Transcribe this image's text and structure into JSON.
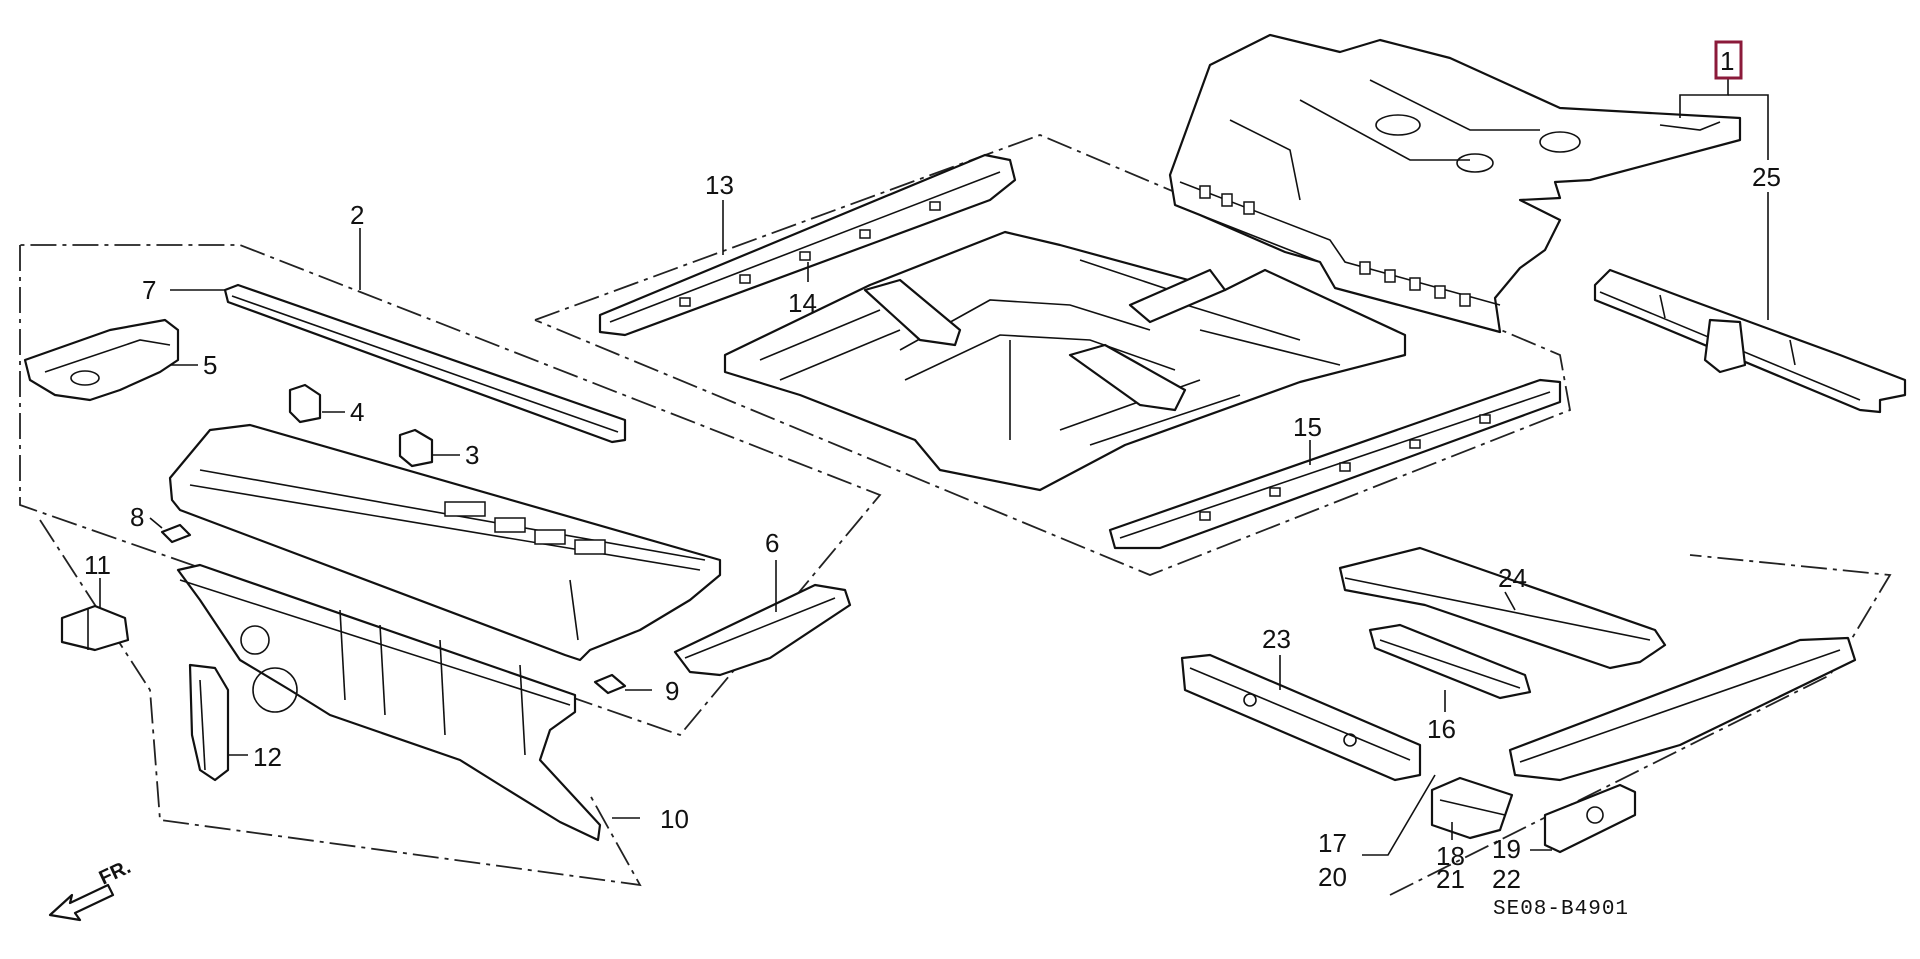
{
  "callouts": {
    "c1": "1",
    "c2": "2",
    "c3": "3",
    "c4": "4",
    "c5": "5",
    "c6": "6",
    "c7": "7",
    "c8": "8",
    "c9": "9",
    "c10": "10",
    "c11": "11",
    "c12": "12",
    "c13": "13",
    "c14": "14",
    "c15": "15",
    "c16": "16",
    "c17": "17",
    "c18": "18",
    "c19": "19",
    "c20": "20",
    "c21": "21",
    "c22": "22",
    "c23": "23",
    "c24": "24",
    "c25": "25"
  },
  "direction_label": "FR.",
  "diagram_code": "SE08-B4901",
  "highlight_color": "#8b1a3a",
  "line_color": "#111111"
}
